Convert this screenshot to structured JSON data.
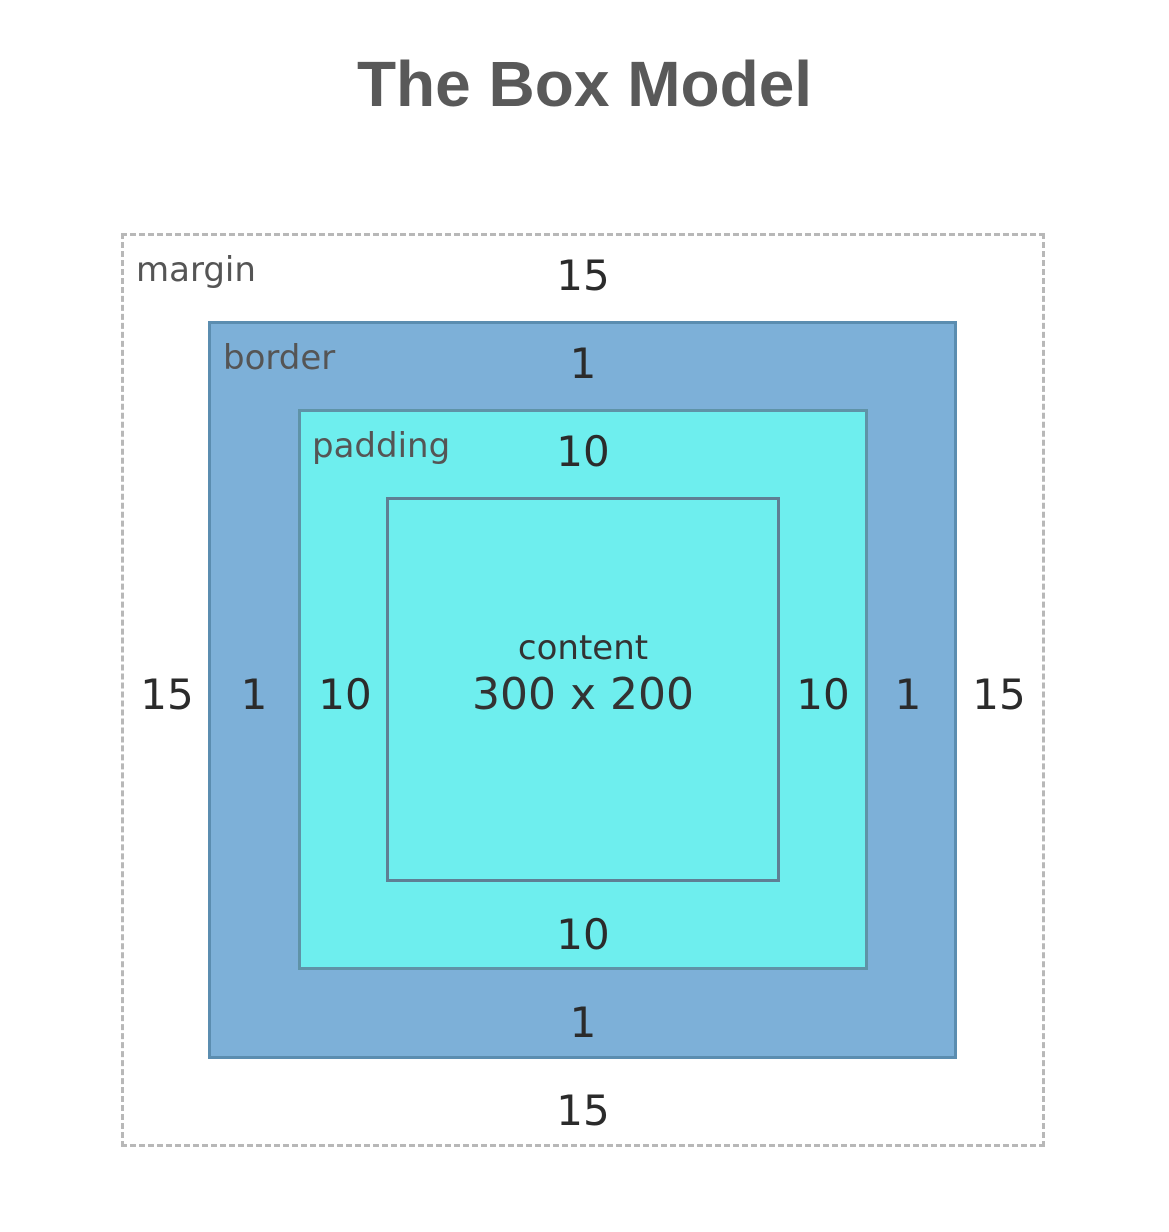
{
  "title": "The Box Model",
  "margin": {
    "label": "margin",
    "top": "15",
    "right": "15",
    "bottom": "15",
    "left": "15"
  },
  "border": {
    "label": "border",
    "top": "1",
    "right": "1",
    "bottom": "1",
    "left": "1"
  },
  "padding": {
    "label": "padding",
    "top": "10",
    "right": "10",
    "bottom": "10",
    "left": "10"
  },
  "content": {
    "label": "content",
    "dimensions": "300 x 200"
  },
  "colors": {
    "border_fill": "#7db0d8",
    "padding_fill": "#6eeeee",
    "margin_outline": "#b8b8b8"
  }
}
